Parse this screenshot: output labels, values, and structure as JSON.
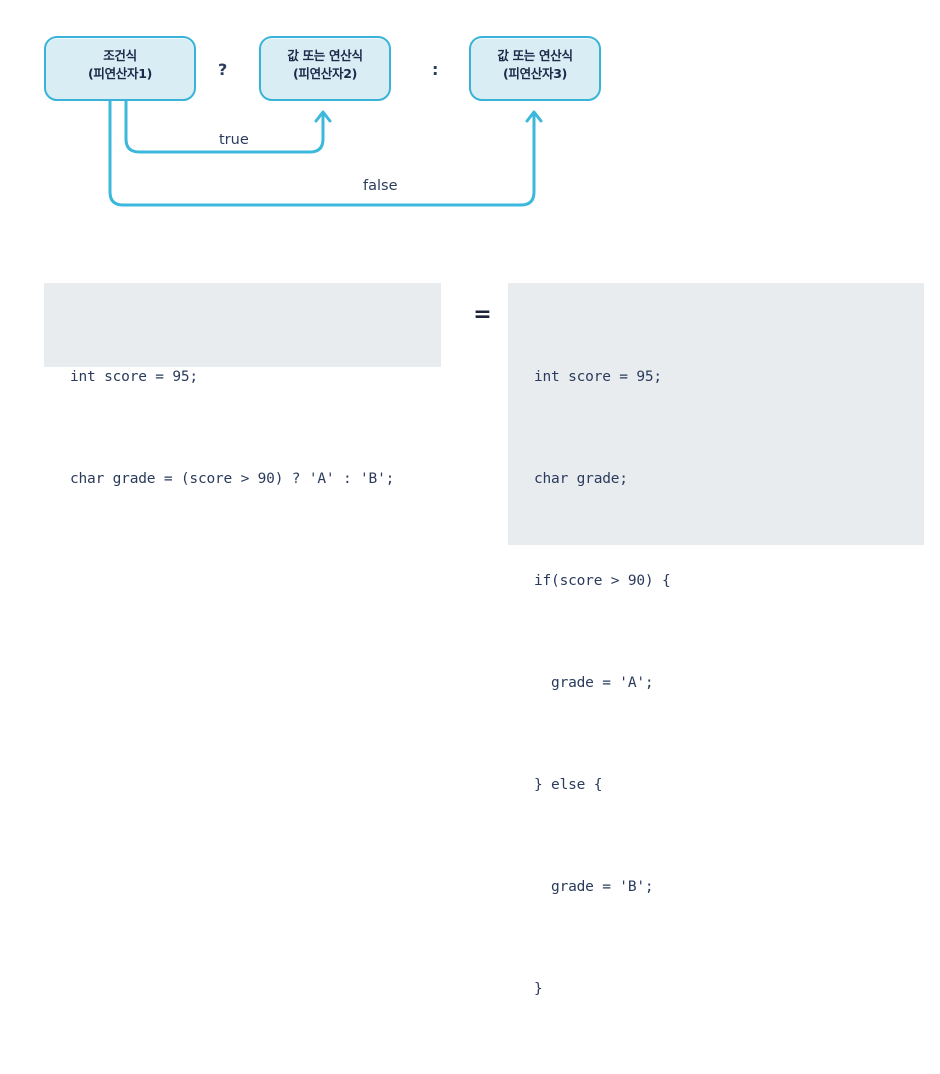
{
  "diagram": {
    "nodes": [
      {
        "name": "condition",
        "line1": "조건식",
        "line2": "(피연산자1)"
      },
      {
        "name": "operand2",
        "line1": "값 또는 연산식",
        "line2": "(피연산자2)"
      },
      {
        "name": "operand3",
        "line1": "값 또는 연산식",
        "line2": "(피연산자3)"
      }
    ],
    "separators": {
      "question": "?",
      "colon": ":"
    },
    "edges": {
      "true_label": "true",
      "false_label": "false"
    },
    "colors": {
      "node_fill": "#d9eef4",
      "node_border": "#39b4d8",
      "wire": "#3bb8dc",
      "text": "#1b2a4a"
    }
  },
  "comparison": {
    "equals": "=",
    "left_code": [
      "int score = 95;",
      "char grade = (score > 90) ? 'A' : 'B';"
    ],
    "right_code": [
      "int score = 95;",
      "char grade;",
      "if(score > 90) {",
      "  grade = 'A';",
      "} else {",
      "  grade = 'B';",
      "}"
    ],
    "colors": {
      "code_bg": "#e8ecee",
      "code_text": "#2a3b5c"
    }
  }
}
